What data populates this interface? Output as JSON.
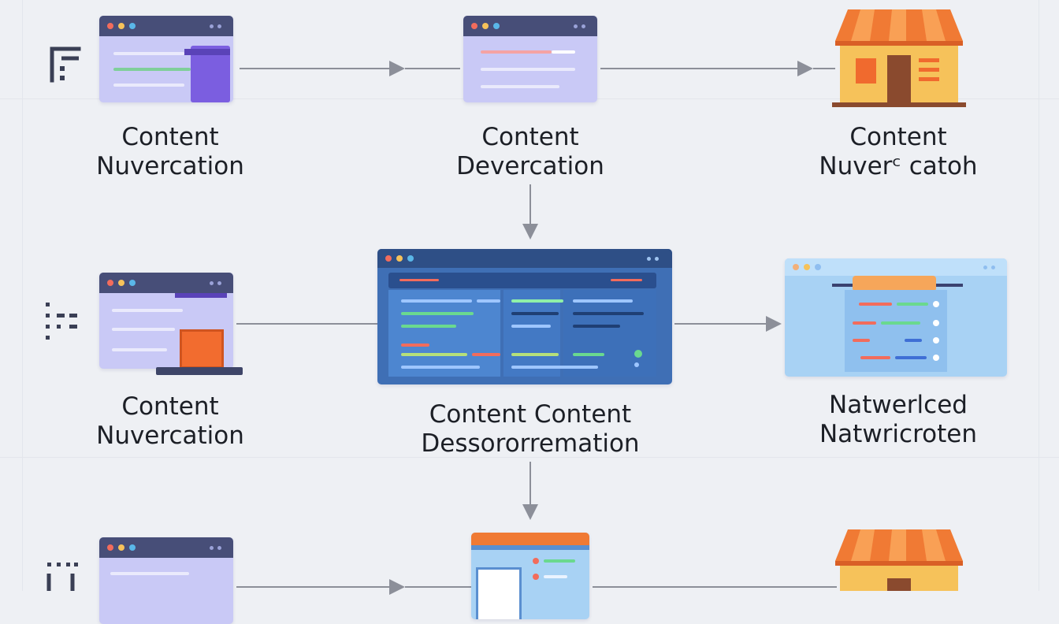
{
  "nodes": {
    "n1": {
      "line1": "Content",
      "line2": "Nuvercation"
    },
    "n2": {
      "line1": "Content",
      "line2": "Devercation"
    },
    "n3": {
      "line1": "Content",
      "line2": "Nuverᶜ catoh"
    },
    "n4": {
      "line1": "Content",
      "line2": "Nuvercation"
    },
    "n5": {
      "line1": "Content Content",
      "line2": "Dessororremation"
    },
    "n6": {
      "line1": "Natwerlced",
      "line2": "Natwricroten"
    }
  },
  "colors": {
    "background": "#eef0f4",
    "window_bar": "#474e78",
    "window_body": "#c9c9f6",
    "panel_blue": "#3f6fb5",
    "store_awning": "#f07a34",
    "store_wall": "#f6c25a",
    "arrow": "#8c8f99",
    "accent_orange": "#f26c2f",
    "accent_purple": "#7b5ee0"
  },
  "icons": [
    "window-icon",
    "store-icon",
    "dashboard-window-icon",
    "list-window-icon",
    "side-bracket-icon"
  ]
}
